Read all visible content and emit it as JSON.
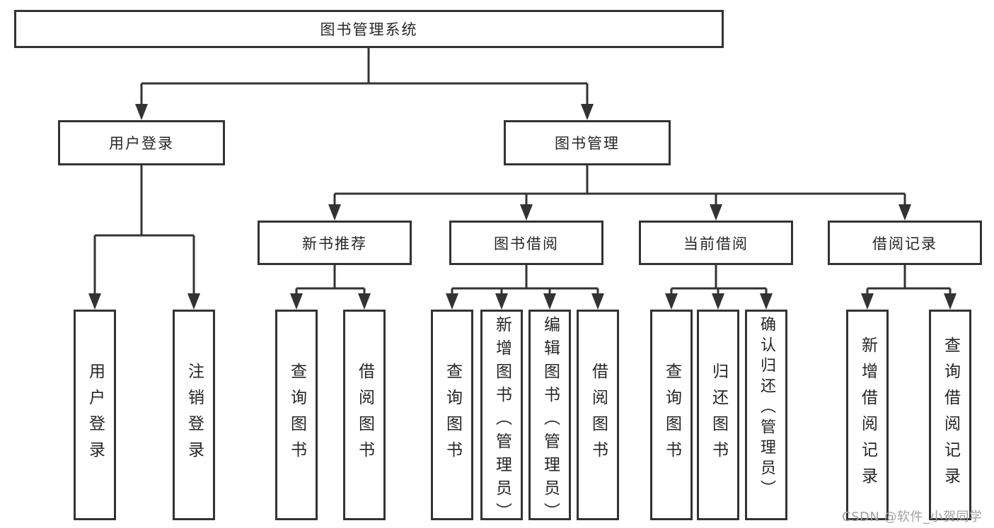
{
  "diagram_title": "图书管理系统",
  "colors": {
    "line": "#333333",
    "box_border": "#333333",
    "text": "#262626",
    "background": "#ffffff",
    "watermark": "#a2a2a2"
  },
  "watermark": {
    "text": "CSDN @软件_小贺同学"
  },
  "tree": {
    "root": {
      "label": "图书管理系统",
      "children": [
        {
          "label": "用户登录",
          "children": [
            {
              "label": "用户登录"
            },
            {
              "label": "注销登录"
            }
          ]
        },
        {
          "label": "图书管理",
          "children": [
            {
              "label": "新书推荐",
              "children": [
                {
                  "label": "查询图书"
                },
                {
                  "label": "借阅图书"
                }
              ]
            },
            {
              "label": "图书借阅",
              "children": [
                {
                  "label": "查询图书"
                },
                {
                  "label": "新增图书（管理员）"
                },
                {
                  "label": "编辑图书（管理员）"
                },
                {
                  "label": "借阅图书"
                }
              ]
            },
            {
              "label": "当前借阅",
              "children": [
                {
                  "label": "查询图书"
                },
                {
                  "label": "归还图书"
                },
                {
                  "label": "确认归还（管理员）"
                }
              ]
            },
            {
              "label": "借阅记录",
              "children": [
                {
                  "label": "新增借阅记录"
                },
                {
                  "label": "查询借阅记录"
                }
              ]
            }
          ]
        }
      ]
    }
  }
}
